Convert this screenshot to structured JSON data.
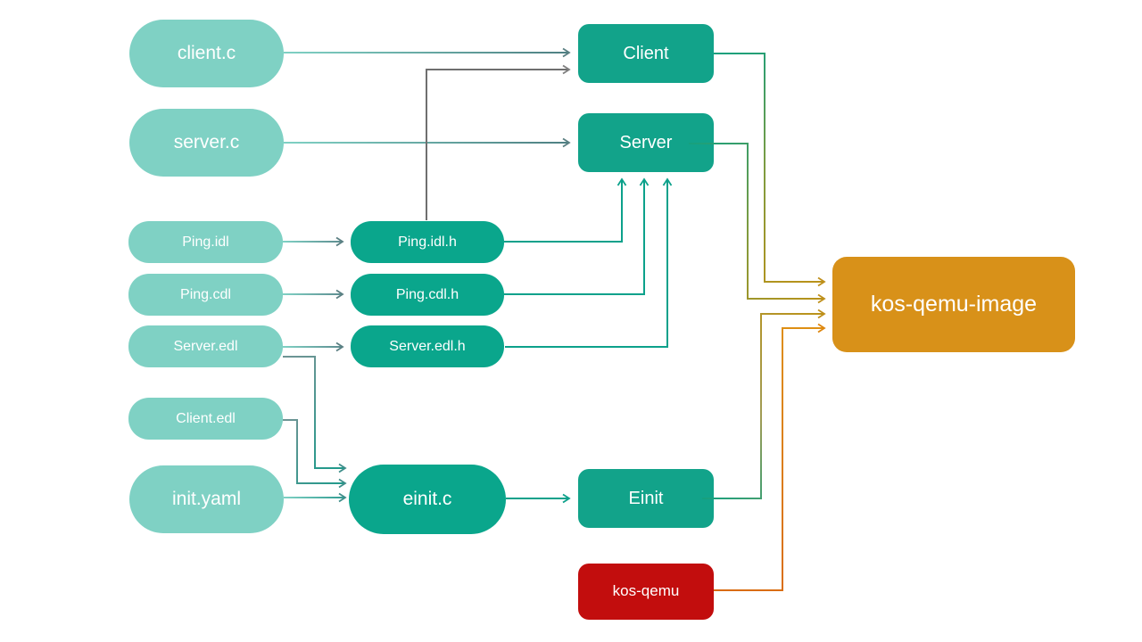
{
  "diagram": {
    "nodes": {
      "client_c": {
        "label": "client.c",
        "kind": "source-file"
      },
      "server_c": {
        "label": "server.c",
        "kind": "source-file"
      },
      "ping_idl": {
        "label": "Ping.idl",
        "kind": "source-file"
      },
      "ping_cdl": {
        "label": "Ping.cdl",
        "kind": "source-file"
      },
      "server_edl": {
        "label": "Server.edl",
        "kind": "source-file"
      },
      "client_edl": {
        "label": "Client.edl",
        "kind": "source-file"
      },
      "init_yaml": {
        "label": "init.yaml",
        "kind": "source-file"
      },
      "ping_idl_h": {
        "label": "Ping.idl.h",
        "kind": "generated-file"
      },
      "ping_cdl_h": {
        "label": "Ping.cdl.h",
        "kind": "generated-file"
      },
      "server_edl_h": {
        "label": "Server.edl.h",
        "kind": "generated-file"
      },
      "einit_c": {
        "label": "einit.c",
        "kind": "generated-file"
      },
      "client": {
        "label": "Client",
        "kind": "program"
      },
      "server": {
        "label": "Server",
        "kind": "program"
      },
      "einit": {
        "label": "Einit",
        "kind": "program"
      },
      "kos_qemu": {
        "label": "kos-qemu",
        "kind": "kernel"
      },
      "kos_qemu_image": {
        "label": "kos-qemu-image",
        "kind": "image"
      }
    },
    "edges": [
      {
        "from": "client.c",
        "to": "Client"
      },
      {
        "from": "server.c",
        "to": "Server"
      },
      {
        "from": "Ping.idl",
        "to": "Ping.idl.h"
      },
      {
        "from": "Ping.cdl",
        "to": "Ping.cdl.h"
      },
      {
        "from": "Server.edl",
        "to": "Server.edl.h"
      },
      {
        "from": "Ping.idl.h",
        "to": "Client"
      },
      {
        "from": "Ping.idl.h",
        "to": "Server"
      },
      {
        "from": "Ping.cdl.h",
        "to": "Server"
      },
      {
        "from": "Server.edl.h",
        "to": "Server"
      },
      {
        "from": "Server.edl",
        "to": "einit.c"
      },
      {
        "from": "Client.edl",
        "to": "einit.c"
      },
      {
        "from": "init.yaml",
        "to": "einit.c"
      },
      {
        "from": "einit.c",
        "to": "Einit"
      },
      {
        "from": "Client",
        "to": "kos-qemu-image"
      },
      {
        "from": "Server",
        "to": "kos-qemu-image"
      },
      {
        "from": "Einit",
        "to": "kos-qemu-image"
      },
      {
        "from": "kos-qemu",
        "to": "kos-qemu-image"
      }
    ],
    "colors": {
      "canvas_bg": "#ffffff",
      "source_pill": "#7fd1c4",
      "generated_pill": "#0aa68c",
      "program_box": "#12a38a",
      "qemu_box": "#c20d0d",
      "image_box": "#d89119",
      "node_text": "#ffffff",
      "edge_teal": "#0ca18b",
      "edge_gray": "#6f6f6f",
      "edge_slate": "#4e7f82",
      "edge_gold": "#bb9218",
      "edge_orange": "#de860f"
    }
  }
}
